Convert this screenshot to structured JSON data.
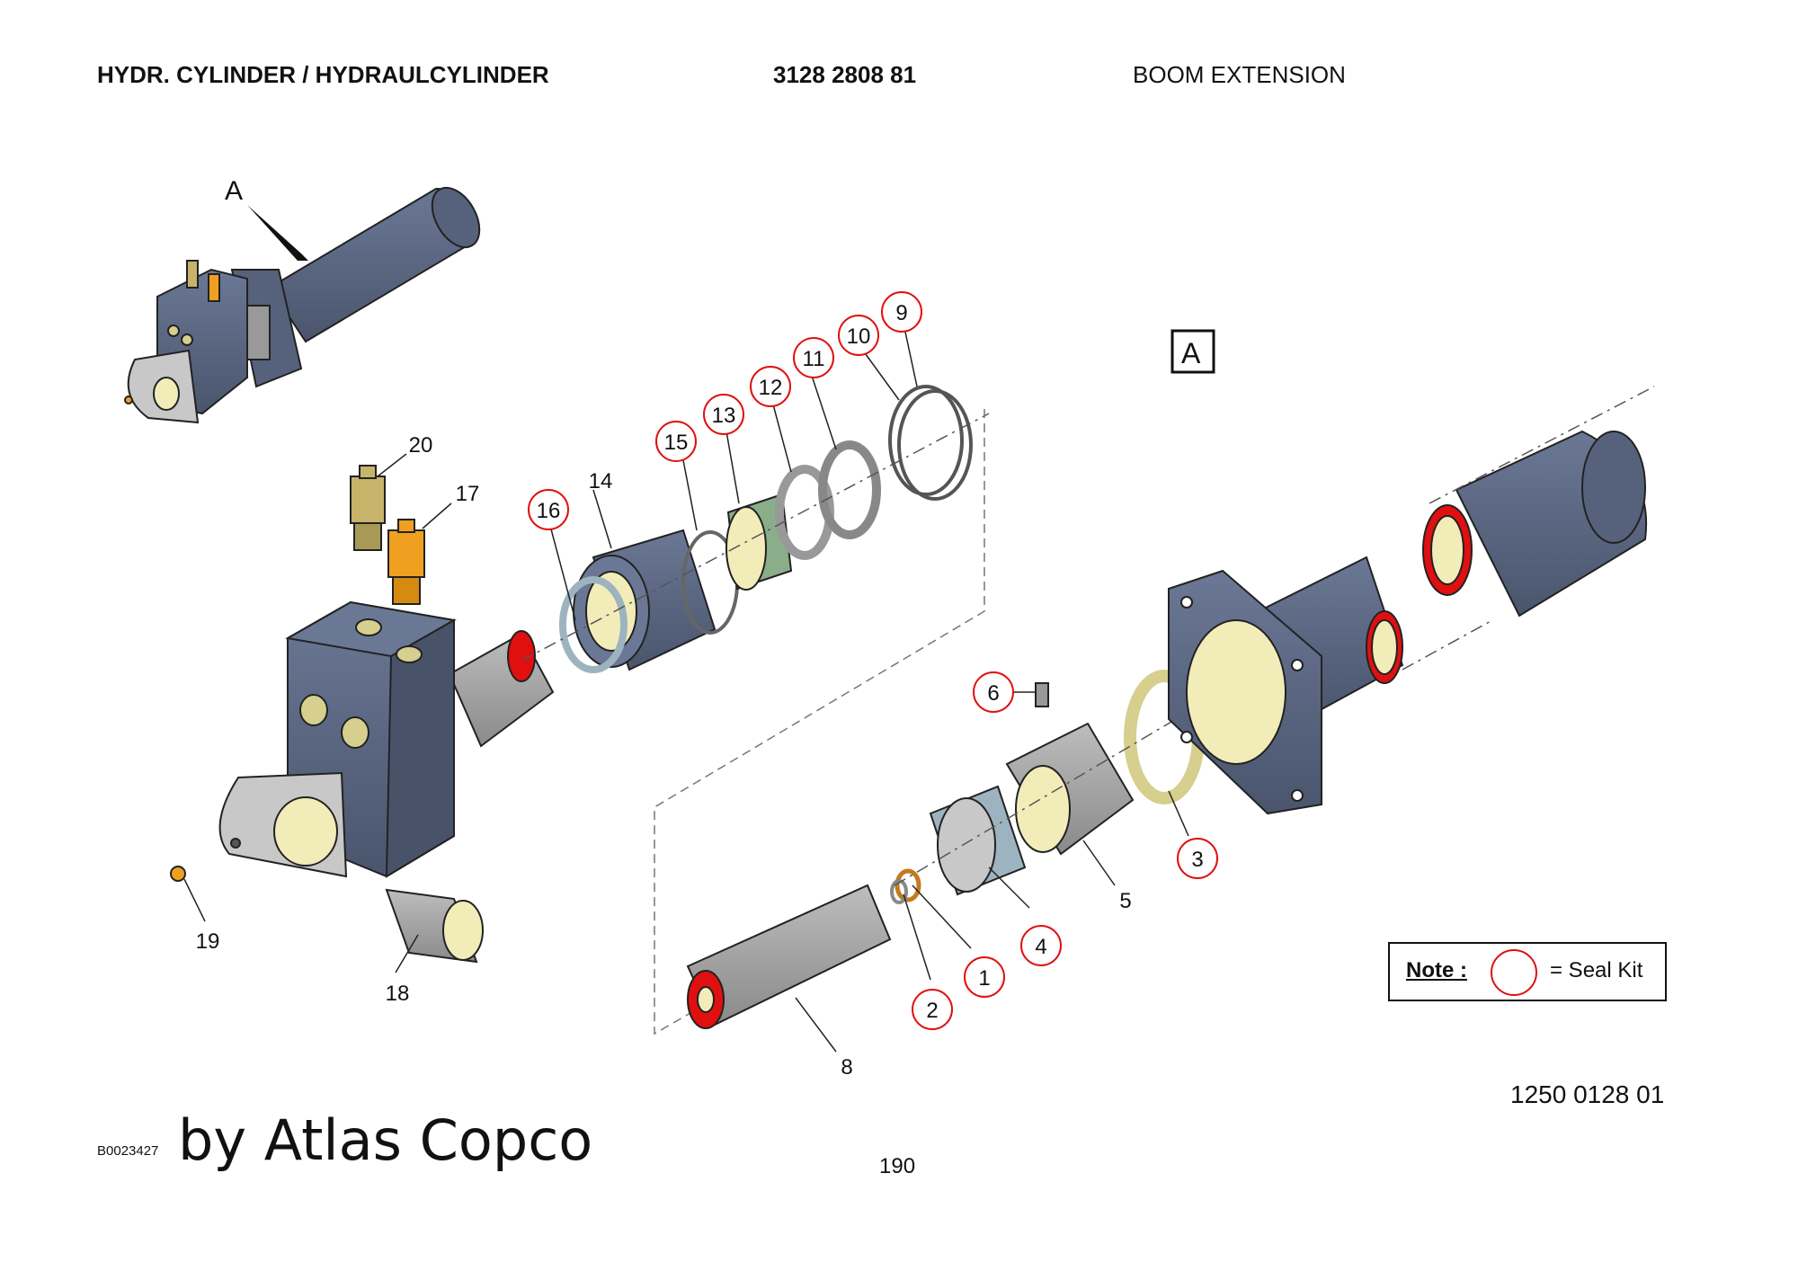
{
  "header": {
    "title": "HYDR. CYLINDER / HYDRAULCYLINDER",
    "part_number": "3128 2808 81",
    "section": "BOOM EXTENSION"
  },
  "view": {
    "overview_label": "A",
    "detail_label": "A"
  },
  "callouts": {
    "c1": "1",
    "c2": "2",
    "c3": "3",
    "c4": "4",
    "c5": "5",
    "c6": "6",
    "c8": "8",
    "c9": "9",
    "c10": "10",
    "c11": "11",
    "c12": "12",
    "c13": "13",
    "c14": "14",
    "c15": "15",
    "c16": "16",
    "c17": "17",
    "c18": "18",
    "c19": "19",
    "c20": "20"
  },
  "note": {
    "label": "Note :",
    "text": "= Seal Kit"
  },
  "footer": {
    "doc_number": "1250 0128 01",
    "image_id": "B0023427",
    "brand": "by Atlas Copco",
    "page": "190"
  },
  "colors": {
    "steel_blue": "#5b6883",
    "grey": "#a0a0a0",
    "seal_red": "#e01010",
    "brass": "#d6cf8e",
    "orange": "#f0a020",
    "green": "#8aae8a"
  }
}
